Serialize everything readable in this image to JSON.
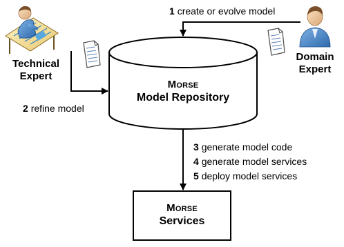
{
  "actors": {
    "technical_expert": {
      "line1": "Technical",
      "line2": "Expert"
    },
    "domain_expert": {
      "line1": "Domain",
      "line2": "Expert"
    }
  },
  "steps": [
    {
      "num": "1",
      "text": "create or evolve model"
    },
    {
      "num": "2",
      "text": "refine model"
    },
    {
      "num": "3",
      "text": "generate model code"
    },
    {
      "num": "4",
      "text": "generate model services"
    },
    {
      "num": "5",
      "text": "deploy model services"
    }
  ],
  "repository": {
    "line1": "Morse",
    "line2": "Model Repository"
  },
  "services": {
    "line1": "Morse",
    "line2": "Services"
  },
  "icons": [
    "technical-expert-icon",
    "domain-expert-icon",
    "document-icon"
  ],
  "colors": {
    "person_body": "#4a86c8",
    "person_skin": "#f2c99a",
    "board": "#f3e0a0",
    "line": "#000000"
  }
}
